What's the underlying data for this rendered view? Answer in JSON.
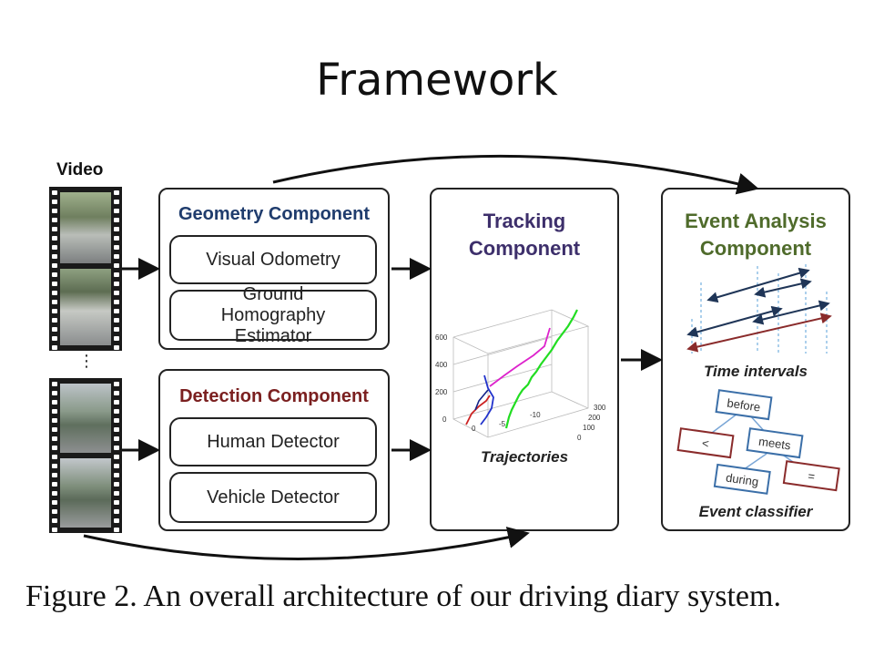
{
  "slide": {
    "title": "Framework"
  },
  "video": {
    "label": "Video",
    "ellipsis": "⋮"
  },
  "geometry": {
    "title": "Geometry Component",
    "items": [
      "Visual Odometry",
      "Ground Homography Estimator"
    ],
    "color": "#1f3c6d"
  },
  "detection": {
    "title": "Detection Component",
    "items": [
      "Human Detector",
      "Vehicle Detector"
    ],
    "color": "#7b2020"
  },
  "tracking": {
    "title_line1": "Tracking",
    "title_line2": "Component",
    "caption": "Trajectories",
    "color": "#3d2f6b",
    "plot": {
      "z_ticks": [
        "600",
        "400",
        "200",
        "0"
      ],
      "x_ticks": [
        "0",
        "-5",
        "-10"
      ],
      "y_ticks": [
        "300",
        "200",
        "100",
        "0"
      ]
    }
  },
  "event": {
    "title_line1": "Event Analysis",
    "title_line2": "Component",
    "color": "#4f6b2b",
    "intervals_caption": "Time intervals",
    "classifier_caption": "Event classifier",
    "nodes": {
      "before": "before",
      "lt": "<",
      "meets": "meets",
      "during": "during",
      "eq": "="
    }
  },
  "figure_caption": "Figure 2. An overall architecture of our driving diary system."
}
